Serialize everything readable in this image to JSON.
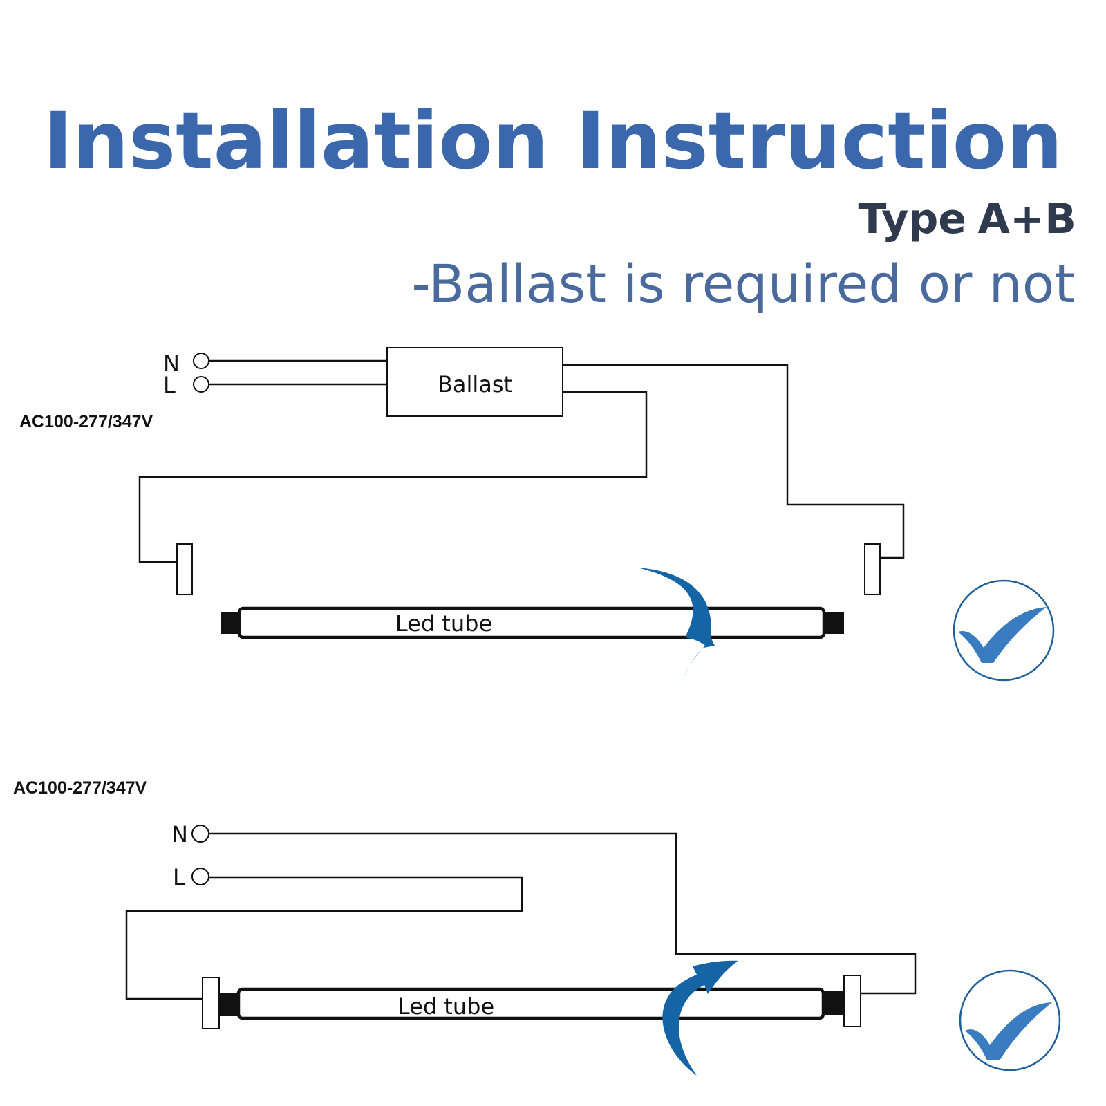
{
  "header": {
    "title": "Installation Instruction",
    "type_label": "Type",
    "type_value": "A+B",
    "subtitle": "-Ballast is required or not"
  },
  "diagram_top": {
    "terminal_n": "N",
    "terminal_l": "L",
    "voltage": "AC100-277/347V",
    "ballast_label": "Ballast",
    "tube_label": "Led tube"
  },
  "diagram_bottom": {
    "voltage": "AC100-277/347V",
    "terminal_n": "N",
    "terminal_l": "L",
    "tube_label": "Led tube"
  },
  "colors": {
    "title": "#3b67ad",
    "type": "#2f3a4f",
    "subtitle": "#4a6a9e",
    "wire": "#111111",
    "arrow": "#1565a6",
    "check": "#3a7cc0",
    "check_ring": "#1e5f99"
  },
  "icons": {
    "approve": "checkmark-icon",
    "rotate": "rotate-arrow-icon"
  }
}
